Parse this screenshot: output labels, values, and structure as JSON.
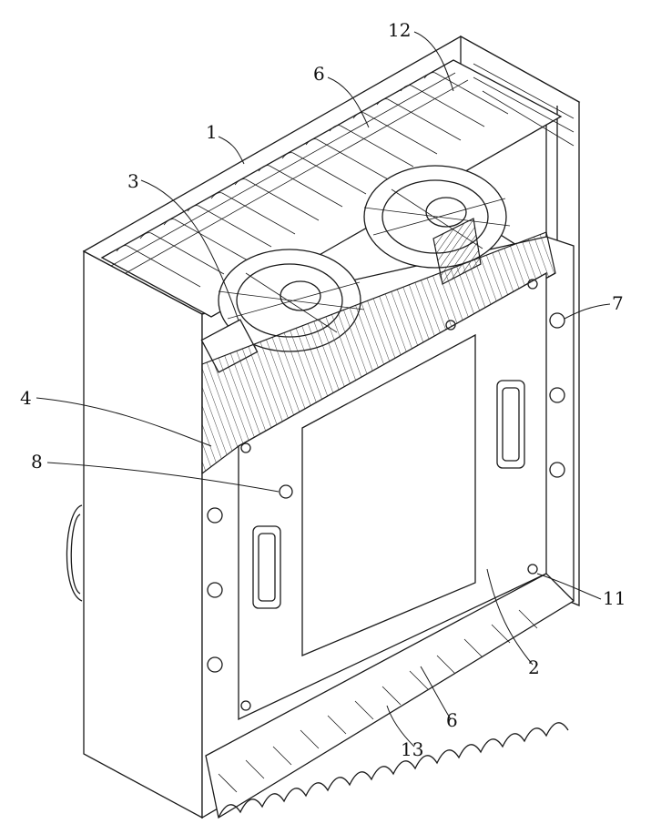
{
  "labels": [
    {
      "id": "1",
      "text": "1"
    },
    {
      "id": "2",
      "text": "2"
    },
    {
      "id": "3",
      "text": "3"
    },
    {
      "id": "4",
      "text": "4"
    },
    {
      "id": "6a",
      "text": "6"
    },
    {
      "id": "6b",
      "text": "6"
    },
    {
      "id": "7",
      "text": "7"
    },
    {
      "id": "8",
      "text": "8"
    },
    {
      "id": "11",
      "text": "11"
    },
    {
      "id": "12",
      "text": "12"
    },
    {
      "id": "13",
      "text": "13"
    }
  ]
}
